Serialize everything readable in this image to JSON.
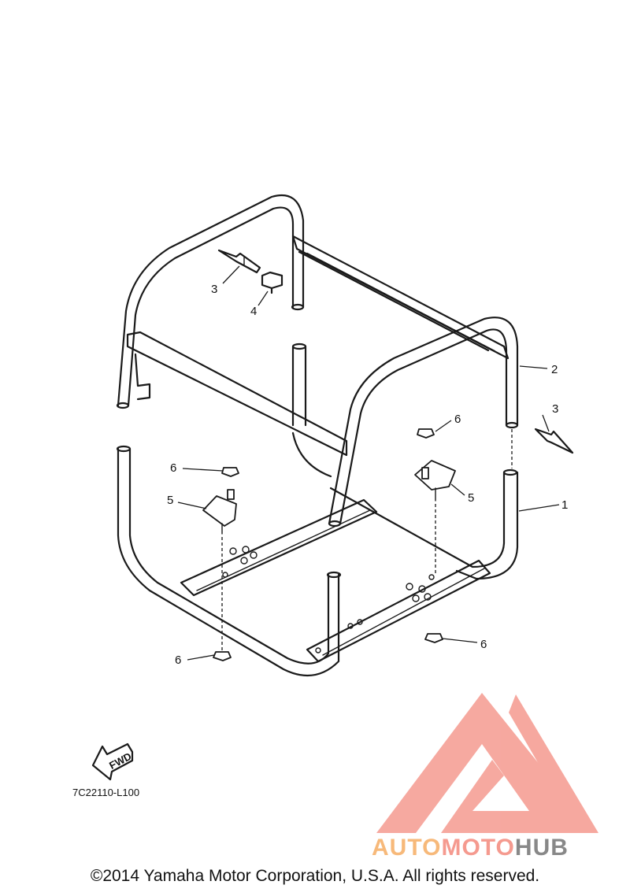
{
  "diagram": {
    "callouts": [
      {
        "id": "c3a",
        "label": "3"
      },
      {
        "id": "c4",
        "label": "4"
      },
      {
        "id": "c2",
        "label": "2"
      },
      {
        "id": "c3b",
        "label": "3"
      },
      {
        "id": "c6a",
        "label": "6"
      },
      {
        "id": "c6b",
        "label": "6"
      },
      {
        "id": "c5a",
        "label": "5"
      },
      {
        "id": "c5b",
        "label": "5"
      },
      {
        "id": "c1",
        "label": "1"
      },
      {
        "id": "c6c",
        "label": "6"
      },
      {
        "id": "c6d",
        "label": "6"
      }
    ],
    "fwd_label": "FWD",
    "drawing_code": "7C22110-L100"
  },
  "watermark": {
    "part1": "AUTO",
    "part2": "MOTO",
    "part3": "HUB",
    "colors": {
      "auto": "#f7b97a",
      "moto": "#f59a8f",
      "hub": "#888888",
      "logo": "#f59a8f"
    }
  },
  "footer": {
    "copyright": "©2014 Yamaha Motor Corporation, U.S.A. All rights reserved."
  }
}
